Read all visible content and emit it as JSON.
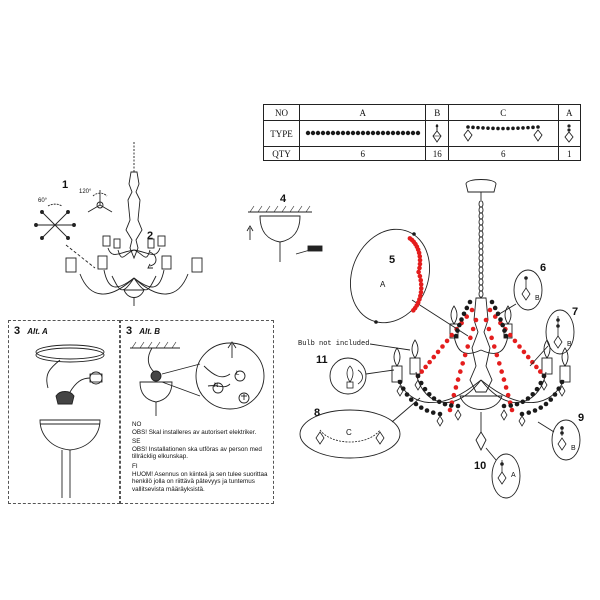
{
  "table": {
    "headers": {
      "no": "NO",
      "type": "TYPE",
      "qty": "QTY"
    },
    "columns": [
      {
        "no": "A",
        "qty": "6"
      },
      {
        "no": "B",
        "qty": "16"
      },
      {
        "no": "C",
        "qty": "6"
      },
      {
        "no": "A",
        "qty": "1"
      }
    ]
  },
  "steps": {
    "s1": "1",
    "s2": "2",
    "s3a": "3",
    "s3b": "3",
    "s4": "4",
    "s5": "5",
    "s6": "6",
    "s7": "7",
    "s8": "8",
    "s9": "9",
    "s10": "10",
    "s11": "11"
  },
  "alt": {
    "a": "Alt. A",
    "b": "Alt. B"
  },
  "angles": {
    "a60": "60°",
    "a120": "120°"
  },
  "callout_letters": {
    "five": "A",
    "six": "B",
    "seven": "B",
    "eight": "C",
    "nine": "B",
    "ten": "A"
  },
  "wire_letters": {
    "l": "L",
    "n": "N"
  },
  "bulb_note": "Bulb not included",
  "warning": {
    "no_label": "NO",
    "no_text": "OBS! Skal installeres av autorisert elektriker.",
    "se_label": "SE",
    "se_text_1": "OBS! Installationen ska utföras av person med",
    "se_text_2": "tillräcklig elkunskap.",
    "fi_label": "FI",
    "fi_text_1": "HUOM! Asennus on kiinteä ja sen tulee suorittaa",
    "fi_text_2": "henkilö jolla on riittävä pätevyys ja tuntemus",
    "fi_text_3": "vallitsevista määräyksistä."
  },
  "colors": {
    "line": "#222222",
    "bead_black": "#1a1a1a",
    "bead_red": "#e41d1d"
  }
}
